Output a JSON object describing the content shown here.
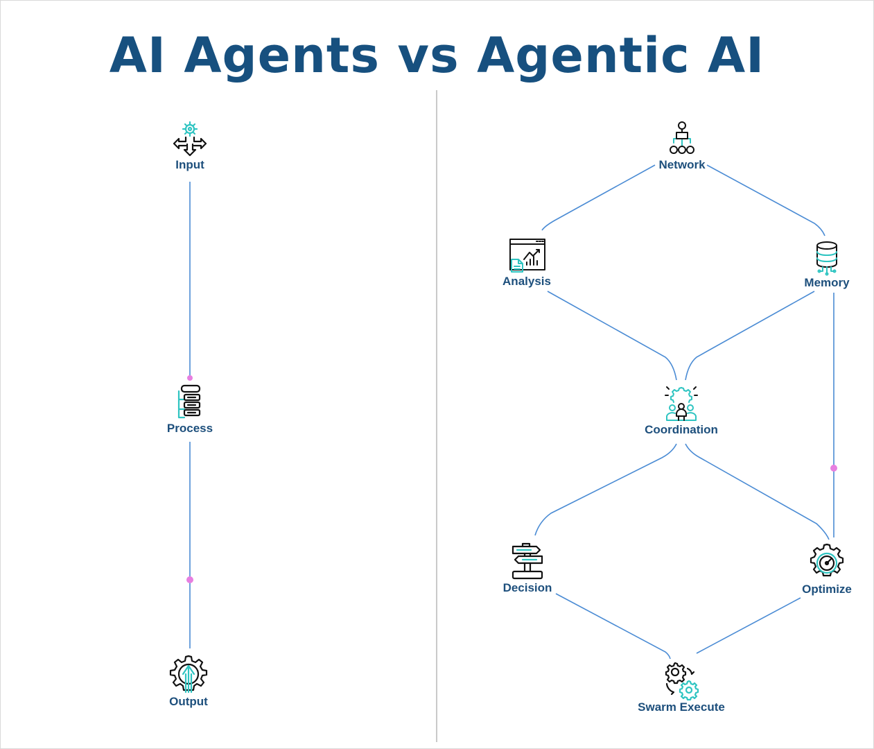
{
  "title": "AI Agents  vs  Agentic AI",
  "colors": {
    "title": "#17507f",
    "label": "#1d4f7c",
    "edge": "#4a8bd4",
    "dot": "#e77fe0",
    "icon_teal": "#2ec4c1",
    "icon_dark": "#111111",
    "divider": "#c9c9c9"
  },
  "ai_agents": {
    "nodes": [
      {
        "id": "input",
        "label": "Input",
        "icon": "input-gear-arrows-icon"
      },
      {
        "id": "process",
        "label": "Process",
        "icon": "stacked-layers-icon"
      },
      {
        "id": "output",
        "label": "Output",
        "icon": "gear-up-arrow-icon"
      }
    ]
  },
  "agentic_ai": {
    "nodes": [
      {
        "id": "network",
        "label": "Network",
        "icon": "org-network-icon"
      },
      {
        "id": "analysis",
        "label": "Analysis",
        "icon": "analytics-dashboard-icon"
      },
      {
        "id": "memory",
        "label": "Memory",
        "icon": "database-icon"
      },
      {
        "id": "coordination",
        "label": "Coordination",
        "icon": "team-gear-icon"
      },
      {
        "id": "decision",
        "label": "Decision",
        "icon": "signpost-icon"
      },
      {
        "id": "optimize",
        "label": "Optimize",
        "icon": "speed-gear-icon"
      },
      {
        "id": "swarm",
        "label": "Swarm Execute",
        "icon": "gears-cycle-icon"
      }
    ]
  }
}
